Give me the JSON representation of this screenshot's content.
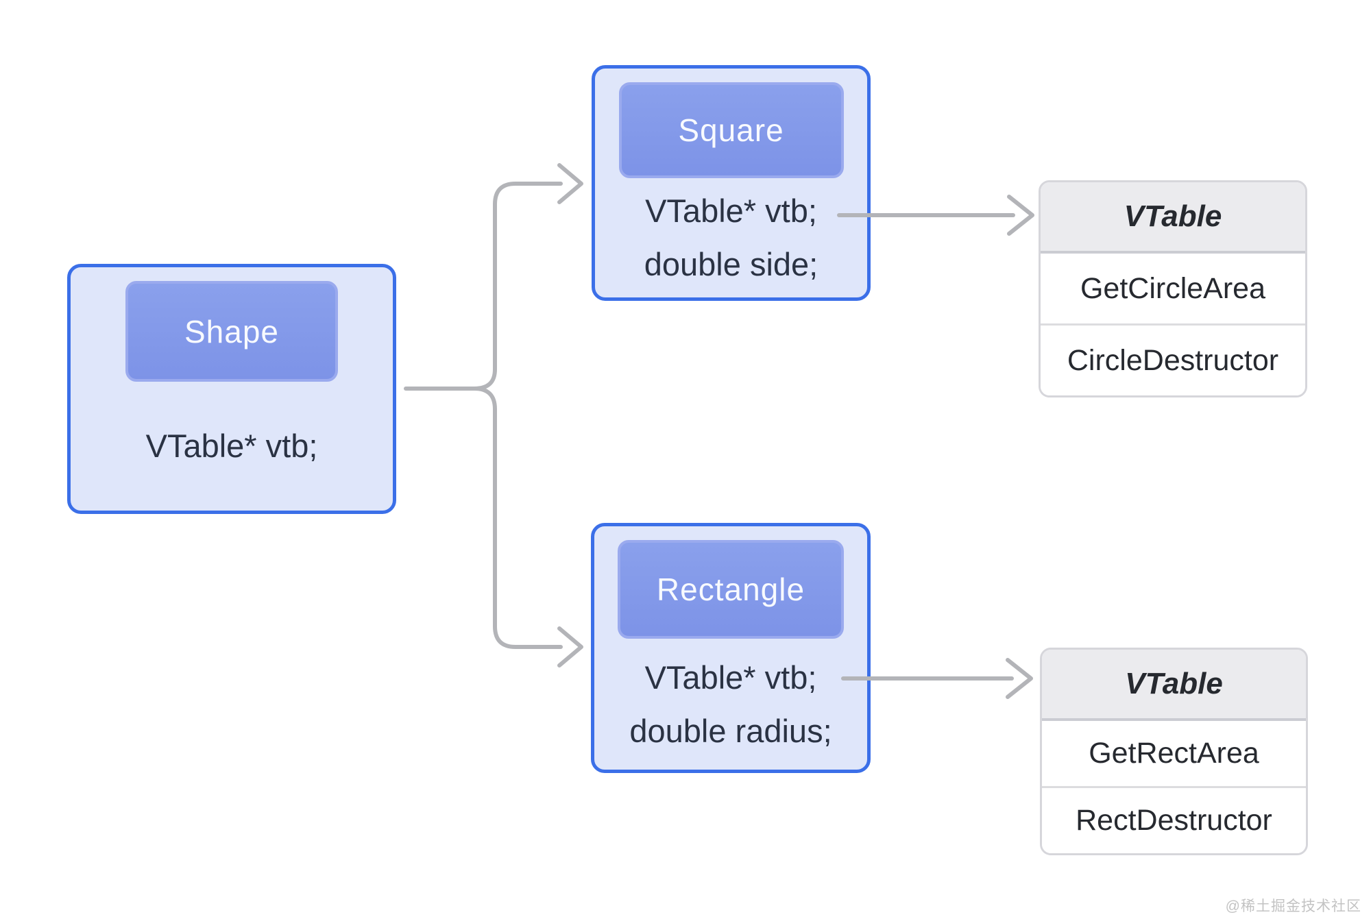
{
  "diagram": {
    "nodes": {
      "shape": {
        "title": "Shape",
        "attributes": [
          "VTable* vtb;"
        ]
      },
      "square": {
        "title": "Square",
        "attributes": [
          "VTable* vtb;",
          "double side;"
        ]
      },
      "rectangle": {
        "title": "Rectangle",
        "attributes": [
          "VTable* vtb;",
          "double radius;"
        ]
      }
    },
    "tables": {
      "square_vtable": {
        "title": "VTable",
        "rows": [
          "GetCircleArea",
          "CircleDestructor"
        ]
      },
      "rect_vtable": {
        "title": "VTable",
        "rows": [
          "GetRectArea",
          "RectDestructor"
        ]
      }
    },
    "colors": {
      "node_fill": "#dfe6fa",
      "node_border": "#3b6fe8",
      "pill_fill": "#8097e8",
      "pill_text": "#f8fafe",
      "attr_text": "#2a3243",
      "arrow": "#b3b4b8",
      "table_header_bg": "#ebebee",
      "table_border": "#d6d6db",
      "table_text": "#26292f",
      "background": "#ffffff"
    },
    "watermark": "@稀土掘金技术社区"
  }
}
